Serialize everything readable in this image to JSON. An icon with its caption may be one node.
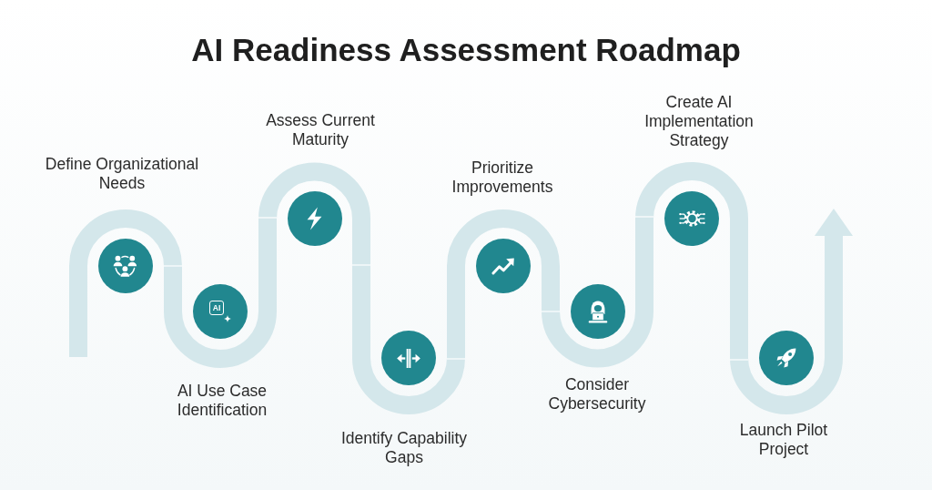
{
  "diagram": {
    "title": "AI Readiness Assessment Roadmap",
    "nodes": [
      {
        "text": [],
        "shape": "circle",
        "beside": [
          "Define Organizational Needs"
        ]
      },
      {
        "text": [
          "AI"
        ],
        "beside": [
          "AI Use Case Identification"
        ]
      },
      {
        "text": [],
        "shape": "circle",
        "beside": [
          "Assess Current Maturity"
        ]
      },
      {
        "text": [],
        "shape": "circle",
        "beside": [
          "Identify Capability Gaps"
        ]
      },
      {
        "text": [],
        "shape": "circle",
        "beside": [
          "Prioritize Improvements"
        ]
      },
      {
        "text": [],
        "shape": "circle",
        "beside": [
          "Consider Cybersecurity"
        ]
      },
      {
        "text": [],
        "shape": "circle",
        "beside": [
          "Create AI Implementation Strategy"
        ]
      },
      {
        "text": [],
        "shape": "circle",
        "beside": [
          "Launch Pilot Project"
        ]
      }
    ]
  }
}
